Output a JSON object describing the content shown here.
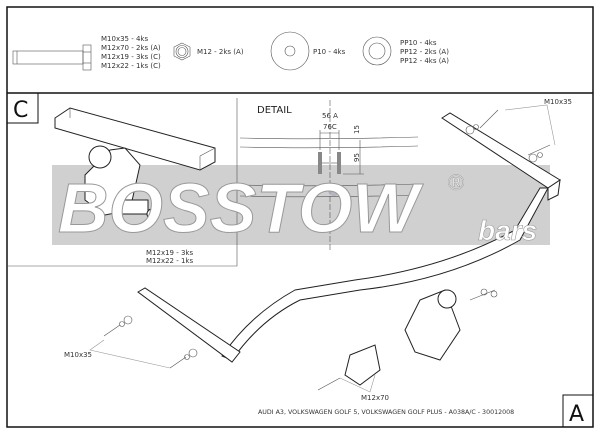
{
  "hardware": {
    "bolt_labels": [
      "M10x35 - 4ks",
      "M12x70 - 2ks (A)",
      "M12x19 - 3ks (C)",
      "M12x22 - 1ks (C)"
    ],
    "nut_label": "M12 - 2ks (A)",
    "washer_label": "P10 - 4ks",
    "spring_washer_labels": [
      "PP10 - 4ks",
      "PP12 - 2ks (A)",
      "PP12 - 4ks (A)"
    ]
  },
  "detail_c": {
    "marker": "C",
    "bolt_labels": [
      "M12x19 - 3ks",
      "M12x22 - 1ks"
    ]
  },
  "detail": {
    "title": "DETAIL",
    "dim_width_a": "56 A",
    "dim_width_c": "76C",
    "dim_height_top": "15",
    "dim_height_bottom": "95"
  },
  "watermark": {
    "brand": "BOSSTOW",
    "sub": "bars",
    "registered": "®"
  },
  "main": {
    "label_bolt_top": "M10x35",
    "label_bolt_left": "M10x35",
    "label_bolt_ball": "M12x70",
    "footer": "AUDI A3, VOLKSWAGEN GOLF 5, VOLKSWAGEN GOLF PLUS - A038A/C - 30012008",
    "marker": "A"
  }
}
